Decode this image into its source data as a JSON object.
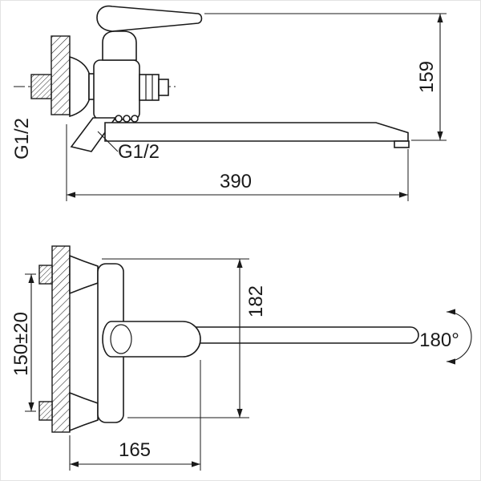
{
  "drawing": {
    "type": "faucet-technical-drawing",
    "colors": {
      "line": "#1a1a1a",
      "background": "#ffffff"
    }
  },
  "dimensions": {
    "height": {
      "label": "159"
    },
    "spout_length": {
      "label": "390"
    },
    "thread_side": {
      "label": "G1/2"
    },
    "thread_spout": {
      "label": "G1/2"
    },
    "front_height": {
      "label": "182"
    },
    "mount_spacing": {
      "label": "150±20"
    },
    "handle_reach": {
      "label": "165"
    },
    "swivel_angle": {
      "label": "180°"
    }
  }
}
